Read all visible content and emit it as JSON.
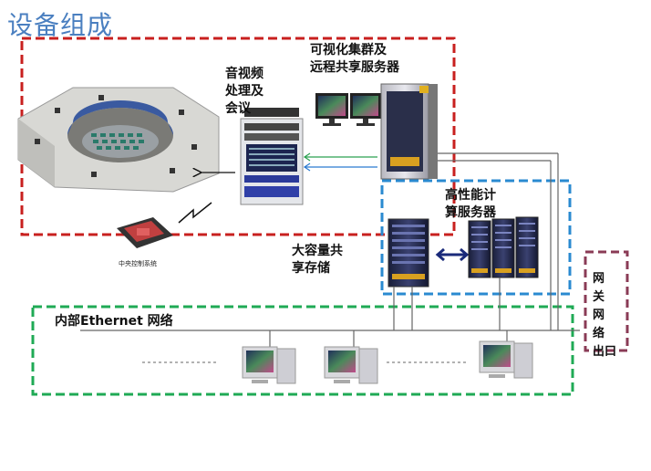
{
  "title": "设备组成",
  "labels": {
    "visual_cluster": [
      "可视化集群及",
      "远程共享服务器"
    ],
    "av": [
      "音视频",
      "处理及",
      "会议"
    ],
    "hpc": [
      "高性能计",
      "算服务器"
    ],
    "storage": [
      "大容量共",
      "享存储"
    ],
    "ethernet": "内部Ethernet 网络",
    "gateway": [
      "网",
      "关",
      "网",
      "络",
      "出口"
    ],
    "central_control": "中央控制系统"
  },
  "colors": {
    "title": "#4a7fc0",
    "red_box": "#c8201f",
    "blue_box": "#2a8ad0",
    "green_box": "#1faa55",
    "gateway_box": "#8a3b56"
  },
  "icons": [
    "dome-theater-icon",
    "av-rack-icon",
    "server-tower-icon",
    "monitor-icon",
    "blade-server-icon",
    "storage-rack-icon",
    "workstation-icon",
    "control-panel-icon",
    "wireless-bolt-icon"
  ]
}
